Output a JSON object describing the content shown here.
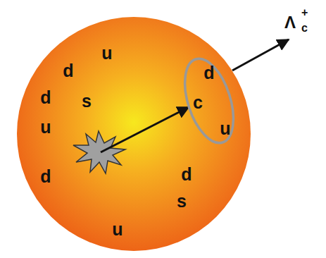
{
  "diagram": {
    "nodes": [
      {
        "text": [
          "d",
          "u",
          "d",
          "s",
          "u",
          "d",
          "d",
          "s",
          "u"
        ]
      },
      {
        "text": [
          "d",
          "c",
          "u"
        ],
        "in": 0
      }
    ],
    "labels": [
      "Λ",
      "c",
      "+"
    ]
  }
}
